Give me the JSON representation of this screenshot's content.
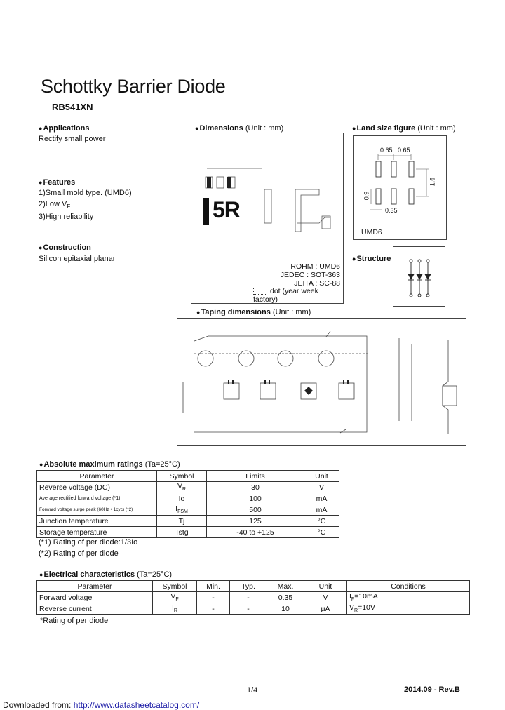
{
  "title": "Schottky Barrier Diode",
  "part_number": "RB541XN",
  "applications": {
    "heading": "Applications",
    "items": [
      "Rectify small power"
    ]
  },
  "features": {
    "heading": "Features",
    "items": [
      "1)Small mold type. (UMD6)",
      "2)Low V",
      "3)High reliability"
    ],
    "vf_sub": "F"
  },
  "construction": {
    "heading": "Construction",
    "items": [
      "Silicon epitaxial planar"
    ]
  },
  "dimensions": {
    "heading": "Dimensions",
    "unit": "(Unit : mm)",
    "marking": "5R",
    "packages": [
      "ROHM : UMD6",
      "JEDEC : SOT-363",
      "JEITA : SC-88"
    ],
    "dot_note": "dot (year week factory)"
  },
  "land_size": {
    "heading": "Land size figure",
    "unit": "(Unit : mm)",
    "pitch1": "0.65",
    "pitch2": "0.65",
    "height": "1.6",
    "pad_h": "0.9",
    "pad_w": "0.35",
    "package": "UMD6"
  },
  "structure": {
    "heading": "Structure"
  },
  "taping": {
    "heading": "Taping dimensions",
    "unit": "(Unit : mm)"
  },
  "abs_max": {
    "heading": "Absolute maximum ratings",
    "condition": "(Ta=25°C)",
    "columns": [
      "Parameter",
      "Symbol",
      "Limits",
      "Unit"
    ],
    "rows": [
      {
        "param": "Reverse voltage (DC)",
        "sym": "V",
        "sub": "R",
        "limit": "30",
        "unit": "V",
        "small": false
      },
      {
        "param": "Average rectified forward voltage (*1)",
        "sym": "Io",
        "sub": "",
        "limit": "100",
        "unit": "mA",
        "small": true
      },
      {
        "param": "Forward voltage surge peak (60Hz • 1cyc) (*2)",
        "sym": "I",
        "sub": "FSM",
        "limit": "500",
        "unit": "mA",
        "small": true
      },
      {
        "param": "Junction temperature",
        "sym": "Tj",
        "sub": "",
        "limit": "125",
        "unit": "°C",
        "small": false
      },
      {
        "param": "Storage temperature",
        "sym": "Tstg",
        "sub": "",
        "limit": "-40 to +125",
        "unit": "°C",
        "small": false
      }
    ],
    "notes": [
      "(*1) Rating of per diode:1/3Io",
      "(*2) Rating of per diode"
    ]
  },
  "elec": {
    "heading": "Electrical characteristics",
    "condition": "(Ta=25°C)",
    "columns": [
      "Parameter",
      "Symbol",
      "Min.",
      "Typ.",
      "Max.",
      "Unit",
      "Conditions"
    ],
    "rows": [
      {
        "param": "Forward voltage",
        "sym": "V",
        "sub": "F",
        "min": "-",
        "typ": "-",
        "max": "0.35",
        "unit": "V",
        "cond": "I",
        "cond_sub": "F",
        "cond_val": "=10mA"
      },
      {
        "param": "Reverse current",
        "sym": "I",
        "sub": "R",
        "min": "-",
        "typ": "-",
        "max": "10",
        "unit": "μA",
        "cond": "V",
        "cond_sub": "R",
        "cond_val": "=10V"
      }
    ],
    "note": "*Rating of per diode"
  },
  "footer": {
    "page": "1/4",
    "date_rev": "2014.09 -  Rev.B",
    "download": "Downloaded from: ",
    "link": "http://www.datasheetcatalog.com/"
  }
}
